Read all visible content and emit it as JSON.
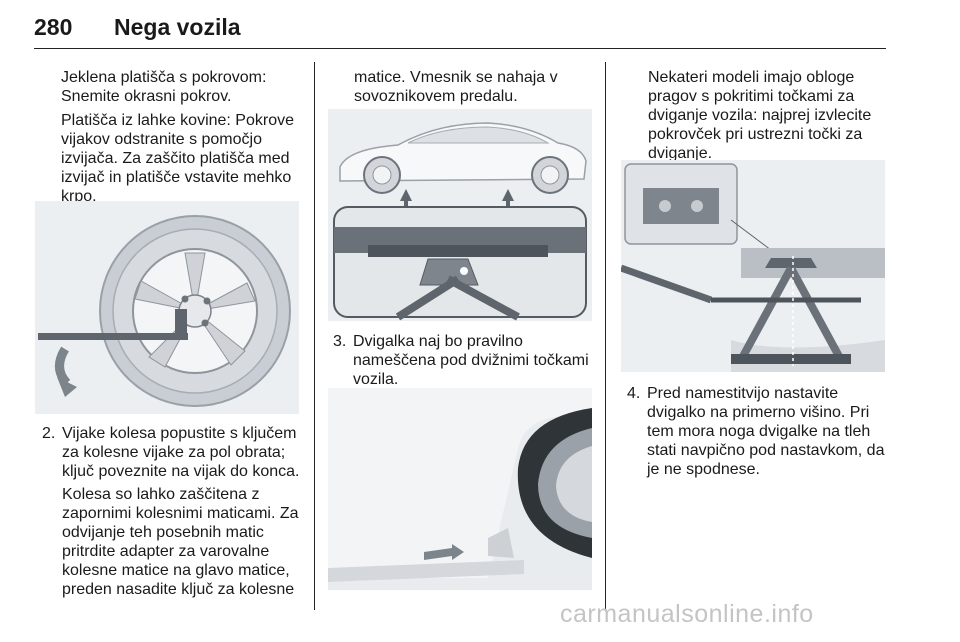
{
  "header": {
    "page_number": "280",
    "title": "Nega vozila"
  },
  "col1": {
    "p1": [
      "Jeklena platišča s pokrovom:",
      "Snemite okrasni pokrov."
    ],
    "p2": [
      "Platišča iz lahke kovine: Pokrove",
      "vijakov odstranite s pomočjo",
      "izvijača. Za zaščito platišča med",
      "izvijač in platišče vstavite mehko",
      "krpo."
    ],
    "item2": {
      "num": "2.",
      "lines": [
        "Vijake kolesa popustite s ključem",
        "za kolesne vijake za pol obrata;",
        "ključ poveznite na vijak do konca."
      ]
    },
    "p3": [
      "Kolesa so lahko zaščitena z",
      "zapornimi kolesnimi maticami. Za",
      "odvijanje teh posebnih matic",
      "pritrdite adapter za varovalne",
      "kolesne matice na glavo matice,",
      "preden nasadite ključ za kolesne"
    ]
  },
  "col2": {
    "p1": [
      "matice. Vmesnik se nahaja v",
      "sovoznikovem predalu."
    ],
    "item3": {
      "num": "3.",
      "lines": [
        "Dvigalka naj bo pravilno",
        "nameščena pod dvižnimi točkami",
        "vozila."
      ]
    }
  },
  "col3": {
    "p1": [
      "Nekateri modeli imajo obloge",
      "pragov s pokritimi točkami za",
      "dviganje vozila: najprej izvlecite",
      "pokrovček pri ustrezni točki za",
      "dviganje."
    ],
    "item4": {
      "num": "4.",
      "lines": [
        "Pred namestitvijo nastavite",
        "dvigalko na primerno višino. Pri",
        "tem mora noga dvigalke na tleh",
        "stati navpično pod nastavkom, da",
        "je ne spodnese."
      ]
    }
  },
  "footer": {
    "watermark": "carmanualsonline.info"
  }
}
